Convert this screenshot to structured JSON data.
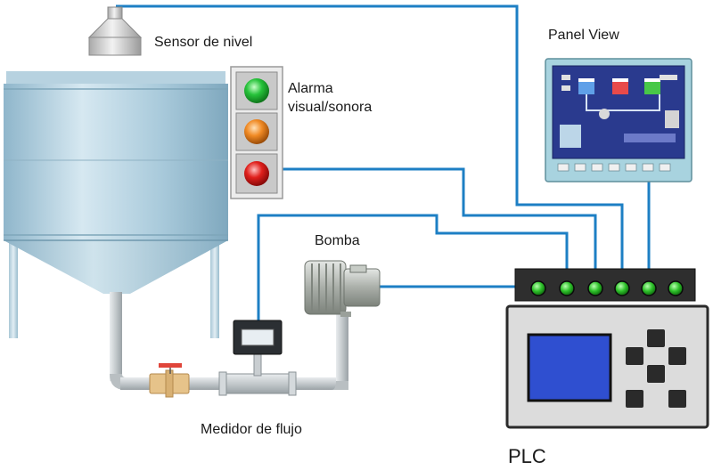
{
  "labels": {
    "sensor": "Sensor de nivel",
    "alarm_line1": "Alarma",
    "alarm_line2": "visual/sonora",
    "panel": "Panel View",
    "pump": "Bomba",
    "flowmeter": "Medidor de flujo",
    "plc": "PLC"
  },
  "colors": {
    "wire": "#1d7fc4",
    "tank": "#9fc3d6",
    "pipe": "#c9ced1",
    "lamp_green": "#26c23a",
    "lamp_orange": "#f08a24",
    "lamp_red": "#e0201c",
    "plc_body": "#dcdcdc",
    "plc_screen": "#2f4fd0",
    "panel_frame": "#a8d3df",
    "panel_screen": "#2a3a8e"
  },
  "icons": {
    "sensor": "level-sensor-icon",
    "tank": "storage-tank-icon",
    "alarm": "stack-light-icon",
    "pump": "pump-icon",
    "flowmeter": "flow-meter-icon",
    "valve": "valve-icon",
    "panel": "hmi-panel-icon",
    "plc": "plc-controller-icon"
  }
}
